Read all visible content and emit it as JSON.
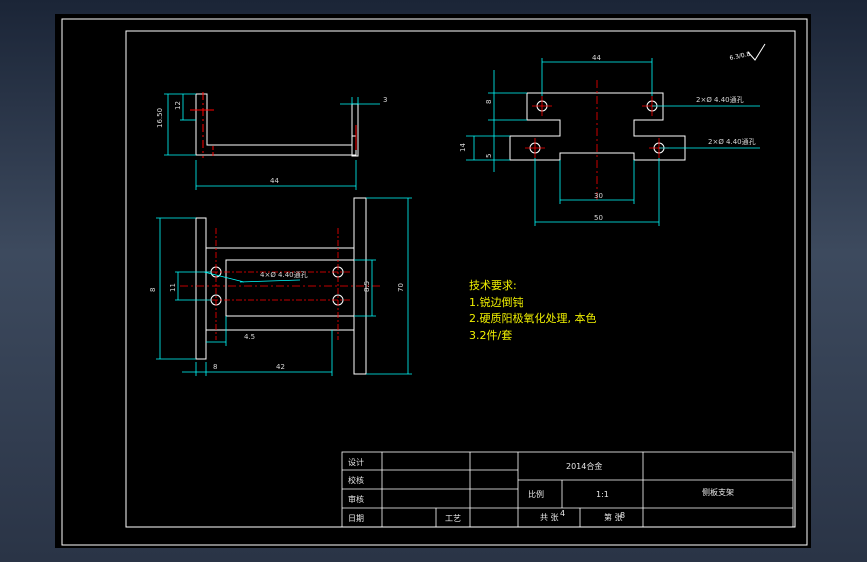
{
  "colors": {
    "background": "#000000",
    "frame": "#ffffff",
    "part": "#ffffff",
    "dimension": "#00ffff",
    "centerline": "#ff0000",
    "text": "#ffff00",
    "table_text": "#dcdcdc"
  },
  "roughness": "6.3/0.8",
  "side_view": {
    "height_total": "16.50",
    "height_upper": "12",
    "thickness": "3",
    "width": "44"
  },
  "top_view": {
    "height": "8",
    "length": "70",
    "spacing": "42",
    "inner_height": "11",
    "offset": "4.5",
    "end": "8",
    "hole_spacing": "8.5",
    "holes_note": "4×Ø 4.40通孔"
  },
  "right_view": {
    "width_top": "44",
    "h_top": "8",
    "h_bottom": "14",
    "h_small": "5",
    "w_mid": "30",
    "w_bottom": "50",
    "hole_top": "2×Ø 4.40通孔",
    "hole_bottom": "2×Ø 4.40通孔"
  },
  "requirements": {
    "title": "技术要求:",
    "items": [
      "1.锐边倒钝",
      "2.硬质阳极氧化处理, 本色",
      "3.2件/套"
    ]
  },
  "title_block": {
    "labels": [
      "设计",
      "校核",
      "审核",
      "日期"
    ],
    "material": "2014合金",
    "scale_label": "比例",
    "scale_value": "1:1",
    "process_label": "工艺",
    "part_name": "侧板支架",
    "sheet_total": "共 张",
    "sheet_num": "第 张",
    "sheet_total_val": "4",
    "sheet_num_val": "8"
  }
}
